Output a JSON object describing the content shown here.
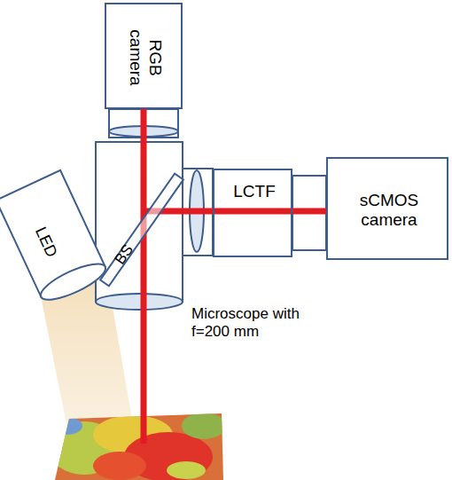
{
  "diagram": {
    "nodes": [
      {
        "text": [
          "RGB camera"
        ]
      },
      {
        "text": [
          "BS"
        ]
      },
      {
        "text": [
          "LCTF"
        ]
      },
      {
        "text": [
          "sCMOS camera"
        ]
      },
      {
        "text": [
          "LED"
        ]
      }
    ],
    "edges": [
      {
        "from": 1,
        "to": 0,
        "arrow": "none"
      },
      {
        "from": 1,
        "to": 2,
        "arrow": "none"
      },
      {
        "from": 2,
        "to": 3,
        "arrow": "none"
      }
    ],
    "labels": [
      "Microscope with f=200 mm"
    ]
  }
}
